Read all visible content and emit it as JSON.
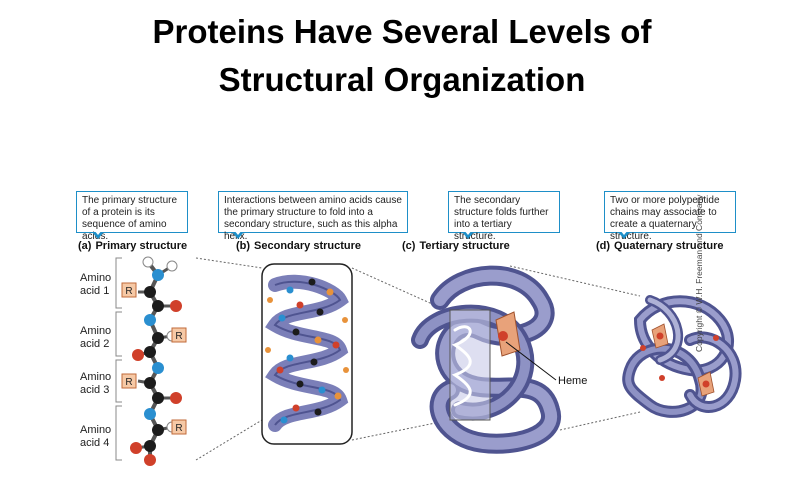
{
  "title": {
    "line1": "Proteins Have Several Levels of",
    "line2": "Structural Organization"
  },
  "callouts": {
    "primary": "The primary structure of a protein is its sequence of amino acids.",
    "secondary": "Interactions between amino acids cause the primary structure to fold into a secondary structure, such as this alpha helix.",
    "tertiary": "The secondary structure folds further into a tertiary structure.",
    "quaternary": "Two or more polypeptide chains may associate to create a quaternary structure."
  },
  "panels": {
    "a": {
      "letter": "(a)",
      "name": "Primary structure"
    },
    "b": {
      "letter": "(b)",
      "name": "Secondary structure"
    },
    "c": {
      "letter": "(c)",
      "name": "Tertiary structure"
    },
    "d": {
      "letter": "(d)",
      "name": "Quaternary structure"
    }
  },
  "amino_acids": [
    {
      "line1": "Amino",
      "line2": "acid 1"
    },
    {
      "line1": "Amino",
      "line2": "acid 2"
    },
    {
      "line1": "Amino",
      "line2": "acid 3"
    },
    {
      "line1": "Amino",
      "line2": "acid 4"
    }
  ],
  "r_group_label": "R",
  "heme_label": "Heme",
  "copyright": "Copyright © W.H. Freeman and Company",
  "colors": {
    "accent_blue": "#1e8fc8",
    "ribbon": "#7b7fb8",
    "ribbon_dark": "#4f5490",
    "atom_red": "#d0402a",
    "atom_black": "#1c1c1c",
    "atom_blue": "#2a8fd0",
    "atom_orange": "#e8923a",
    "r_box": "#f6c9a6"
  }
}
